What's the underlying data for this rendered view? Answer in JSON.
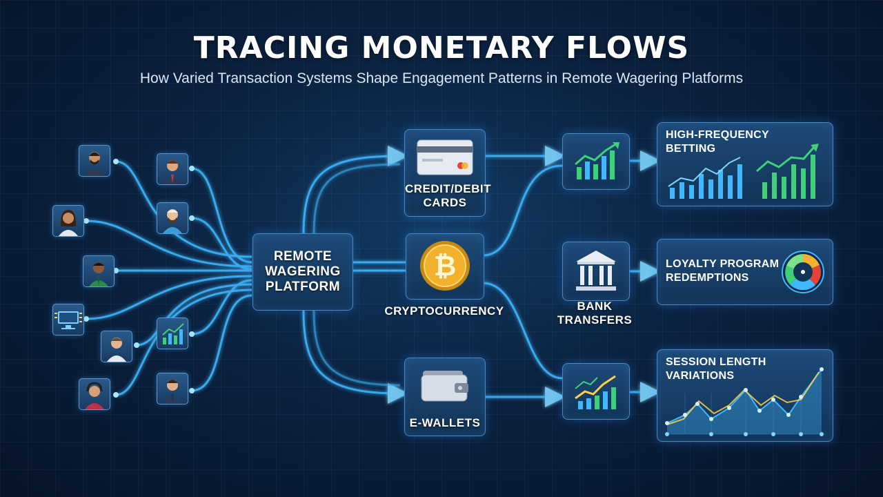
{
  "header": {
    "title": "TRACING MONETARY FLOWS",
    "subtitle": "How Varied Transaction Systems Shape Engagement Patterns in Remote Wagering Platforms"
  },
  "platform": {
    "label_line1": "REMOTE",
    "label_line2": "WAGERING",
    "label_line3": "PLATFORM"
  },
  "payment_methods": {
    "cards": {
      "line1": "CREDIT/DEBIT",
      "line2": "CARDS"
    },
    "crypto": {
      "line1": "CRYPTOCURRENCY"
    },
    "ewallets": {
      "line1": "E-WALLETS"
    },
    "bank": {
      "line1": "BANK",
      "line2": "TRANSFERS"
    }
  },
  "outcomes": {
    "betting": {
      "line1": "HIGH-FREQUENCY",
      "line2": "BETTING"
    },
    "loyalty": {
      "line1": "LOYALTY PROGRAM",
      "line2": "REDEMPTIONS"
    },
    "session": {
      "line1": "SESSION LENGTH",
      "line2": "VARIATIONS"
    }
  },
  "icons": {
    "users": [
      "user-avatar-icon",
      "user-avatar-icon",
      "user-avatar-icon",
      "user-avatar-icon",
      "user-avatar-icon",
      "computer-icon",
      "user-avatar-icon",
      "user-avatar-icon",
      "bar-chart-icon",
      "user-avatar-icon"
    ],
    "card": "credit-card-icon",
    "crypto": "bitcoin-icon",
    "wallet": "wallet-icon",
    "bank": "bank-icon",
    "chart": "rising-chart-icon"
  },
  "colors": {
    "flow": "#3fb8ff",
    "crypto_flow": "#ffd24a",
    "accent_green": "#3fd07a",
    "background": "#0b2240"
  }
}
